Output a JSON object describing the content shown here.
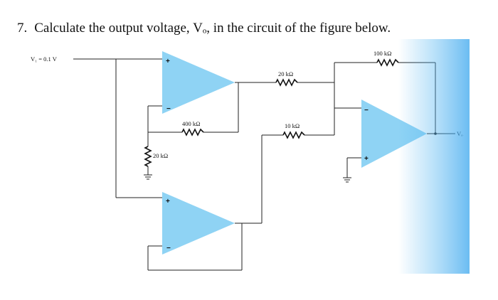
{
  "question": {
    "number": "7.",
    "text": "Calculate the output voltage, Vₒ, in the circuit of the figure below."
  },
  "circuit": {
    "input_label": "V₁ = 0.1 V",
    "output_label": "Vₒ",
    "resistors": {
      "r_feedback_top": "20 kΩ",
      "r_feedback_left": "400 kΩ",
      "r_ground_left": "20 kΩ",
      "r_input_right": "10 kΩ",
      "r_feedback_right": "100 kΩ"
    },
    "opamp_signs": {
      "plus": "+",
      "minus": "−"
    }
  },
  "colors": {
    "opamp_fill": "#8fd3f4",
    "glare": "#4fb3f0"
  }
}
